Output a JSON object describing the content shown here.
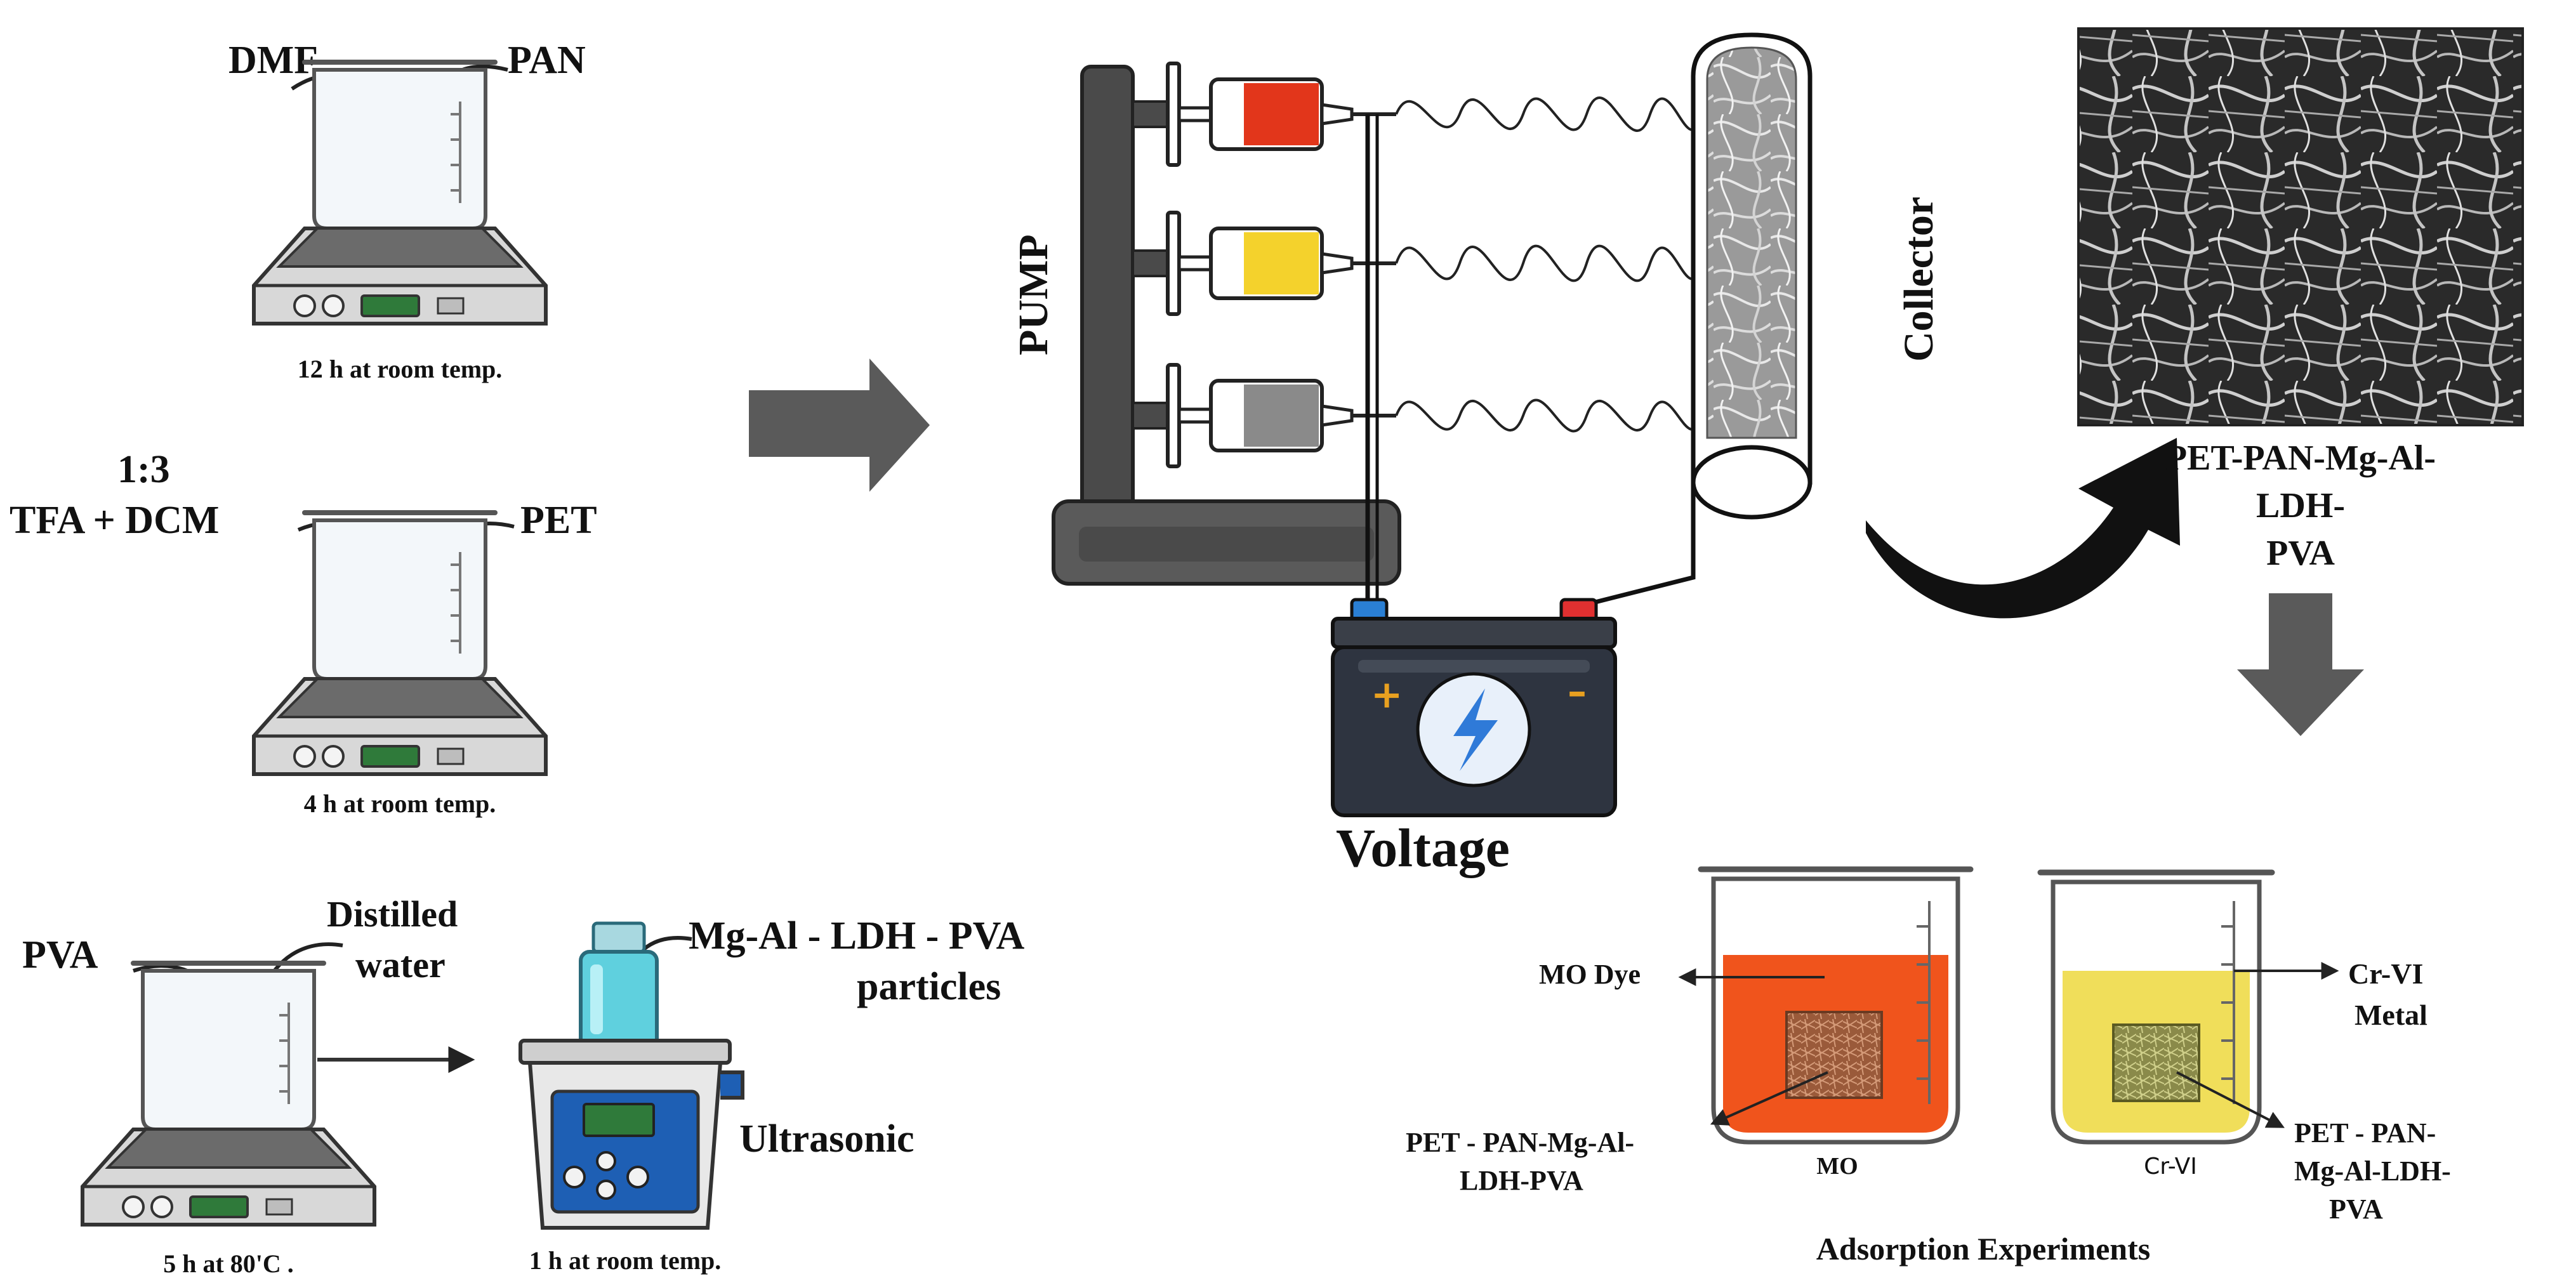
{
  "diagram": {
    "solutions": {
      "pan": {
        "solvent": "DMF",
        "polymer": "PAN",
        "condition": "12 h at room temp.",
        "color": "#f6c21c"
      },
      "pet": {
        "ratio": "1:3",
        "solvent": "TFA + DCM",
        "polymer": "PET",
        "condition": "4 h at room temp.",
        "color": "#9a9a9a"
      },
      "pva": {
        "polymer": "PVA",
        "solvent_line1": "Distilled",
        "solvent_line2": "water",
        "condition": "5 h at 80'C .",
        "color": "#ef3b1e"
      }
    },
    "ultrasonic": {
      "particles_line1": "Mg-Al - LDH - PVA",
      "particles_line2": "particles",
      "device_label": "Ultrasonic",
      "condition": "1 h at room temp."
    },
    "electrospinning": {
      "pump_label": "PUMP",
      "collector_label": "Collector",
      "voltage_label": "Voltage",
      "battery_plus": "+",
      "battery_minus": "–",
      "syringe_colors": [
        "#e2361b",
        "#f4d22c",
        "#8a8a8a"
      ]
    },
    "product": {
      "line1": "PET-PAN-Mg-Al-",
      "line2": "LDH-",
      "line3": "PVA"
    },
    "adsorption": {
      "title": "Adsorption Experiments",
      "mo_beaker": {
        "liquid_label": "MO Dye",
        "base_label": "MO",
        "membrane_line1": "PET - PAN-Mg-Al-",
        "membrane_line2": "LDH-PVA",
        "color": "#f0541c"
      },
      "cr_beaker": {
        "liquid_line1": "Cr-VI",
        "liquid_line2": "Metal",
        "base_label": "Cr-VI",
        "membrane_line1": "PET - PAN-",
        "membrane_line2": "Mg-Al-LDH-",
        "membrane_line3": "PVA",
        "color": "#f0de5a"
      }
    }
  }
}
